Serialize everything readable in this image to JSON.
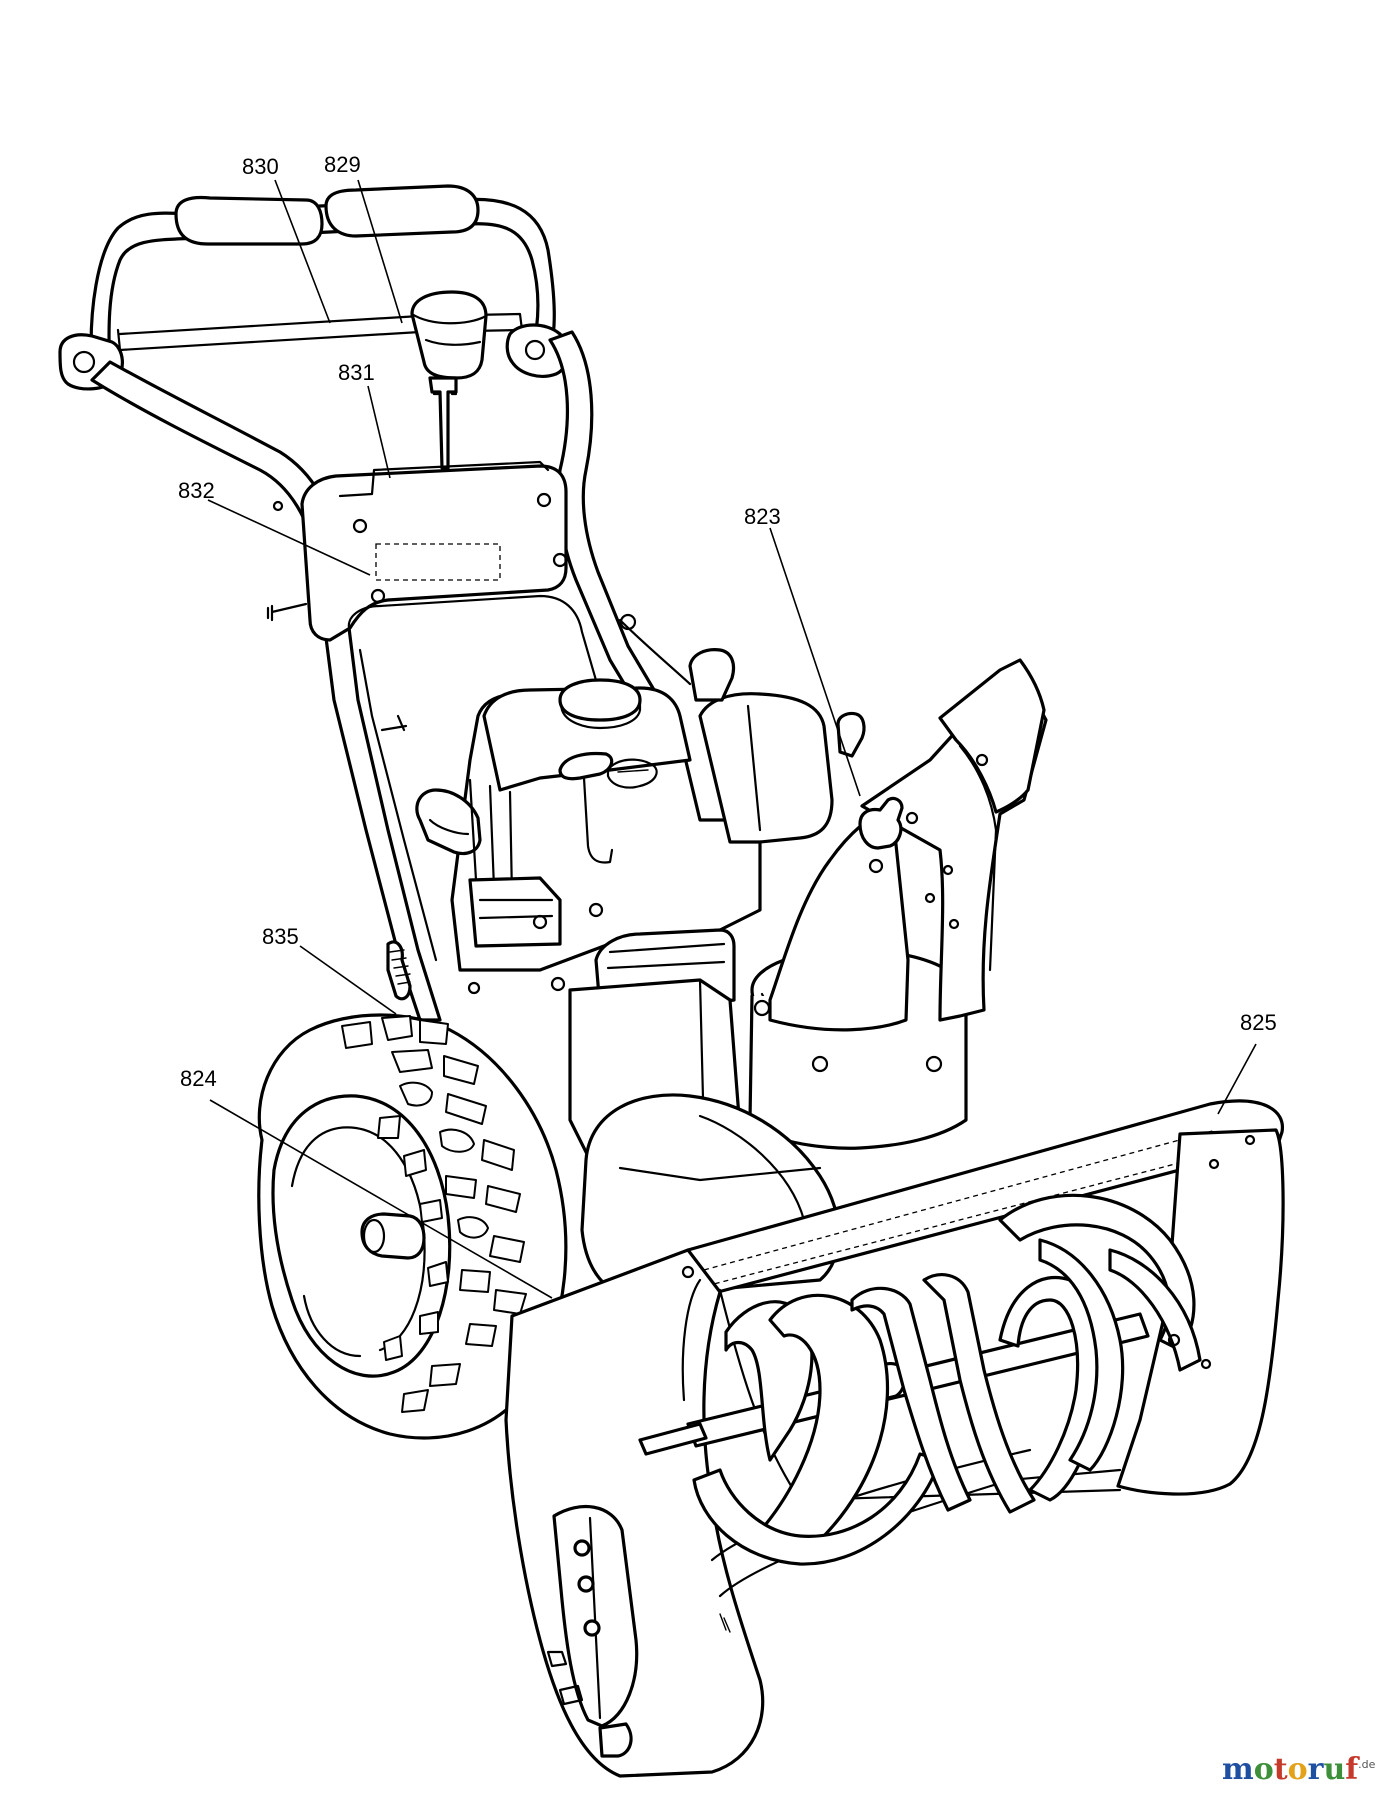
{
  "diagram": {
    "subject": "snow-thrower",
    "callouts": [
      {
        "id": "830",
        "text": "830"
      },
      {
        "id": "829",
        "text": "829"
      },
      {
        "id": "831",
        "text": "831"
      },
      {
        "id": "832",
        "text": "832"
      },
      {
        "id": "823",
        "text": "823"
      },
      {
        "id": "835",
        "text": "835"
      },
      {
        "id": "824",
        "text": "824"
      },
      {
        "id": "825",
        "text": "825"
      }
    ]
  },
  "watermark": {
    "letters": [
      "m",
      "o",
      "t",
      "o",
      "r",
      "u",
      "f"
    ],
    "suffix": ".de",
    "colors": [
      "#1f4fa0",
      "#3d8f3a",
      "#c63a2c",
      "#e3a21a",
      "#1f4fa0",
      "#3d8f3a",
      "#c63a2c"
    ]
  }
}
